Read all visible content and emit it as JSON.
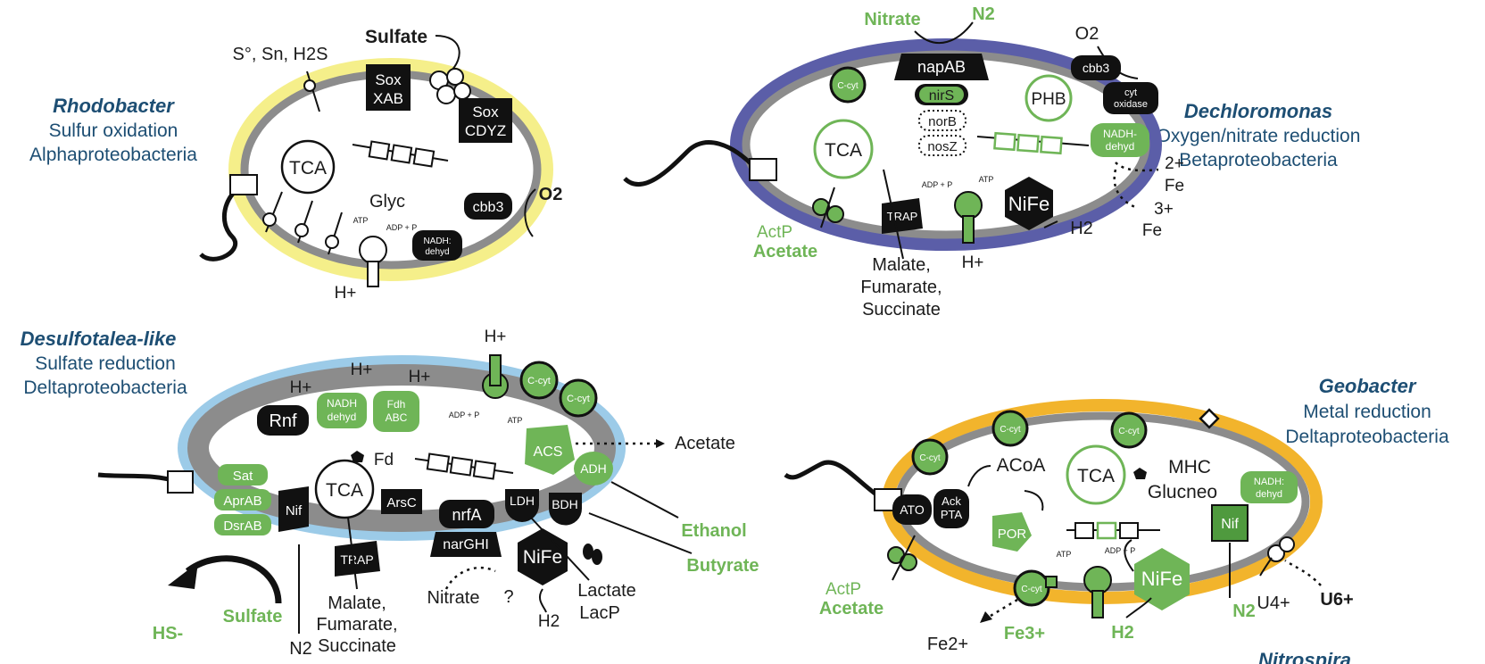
{
  "colors": {
    "rhodobacter_outer": "#f5ef8a",
    "dechloromonas_outer": "#5b5ea8",
    "desulfotalea_outer": "#9ccbe8",
    "geobacter_outer": "#f2b42c",
    "membrane_gray": "#8c8c8c",
    "green": "#6fb557",
    "title_blue": "#1d4e73"
  },
  "rhodobacter": {
    "title": "Rhodobacter",
    "line1": "Sulfur oxidation",
    "line2": "Alphaproteobacteria",
    "sulfur_species": "S°, Sn, H2S",
    "sulfate": "Sulfate",
    "soxxab_1": "Sox",
    "soxxab_2": "XAB",
    "soxcdyz_1": "Sox",
    "soxcdyz_2": "CDYZ",
    "tca": "TCA",
    "glyc": "Glyc",
    "cbb3": "cbb3",
    "o2": "O2",
    "nadh_1": "NADH:",
    "nadh_2": "dehyd",
    "atp": "ATP",
    "adp": "ADP + P",
    "hplus": "H+"
  },
  "dechloromonas": {
    "title": "Dechloromonas",
    "line1": "Oxygen/nitrate reduction",
    "line2": "Betaproteobacteria",
    "nitrate": "Nitrate",
    "n2": "N2",
    "napab": "napAB",
    "nirs": "nirS",
    "norb": "norB",
    "nosz": "nosZ",
    "o2": "O2",
    "cbb3": "cbb3",
    "cyt_1": "cyt",
    "cyt_2": "oxidase",
    "phb": "PHB",
    "ccyt": "C-cyt",
    "tca": "TCA",
    "nadh_1": "NADH-",
    "nadh_2": "dehyd",
    "fe2": "2+",
    "fe_a": "Fe",
    "fe3": "3+",
    "fe_b": "Fe",
    "nife": "NiFe",
    "h2": "H2",
    "trap": "TRAP",
    "atp": "ATP",
    "adp": "ADP + P",
    "actp": "ActP",
    "acetate": "Acetate",
    "hplus": "H+",
    "substrates_1": "Malate,",
    "substrates_2": "Fumarate,",
    "substrates_3": "Succinate"
  },
  "desulfotalea": {
    "title": "Desulfotalea-like",
    "line1": "Sulfate reduction",
    "line2": "Deltaproteobacteria",
    "hplus": "H+",
    "rnf": "Rnf",
    "nadh_1": "NADH",
    "nadh_2": "dehyd",
    "fdh_1": "Fdh",
    "fdh_2": "ABC",
    "ccyt": "C-cyt",
    "acs": "ACS",
    "adh": "ADH",
    "acetate": "Acetate",
    "fd": "Fd",
    "sat": "Sat",
    "aprab": "AprAB",
    "dsrab": "DsrAB",
    "nif": "Nif",
    "tca": "TCA",
    "arsc": "ArsC",
    "nrfa": "nrfA",
    "narghi": "narGHI",
    "ldh": "LDH",
    "bdh": "BDH",
    "ethanol": "Ethanol",
    "butyrate": "Butyrate",
    "nife": "NiFe",
    "trap": "TRAP",
    "nitrate": "Nitrate",
    "question": "?",
    "lactate": "Lactate",
    "lacp": "LacP",
    "h2": "H2",
    "hs": "HS-",
    "sulfate": "Sulfate",
    "n2": "N2",
    "atp": "ATP",
    "adp": "ADP + P",
    "substrates_1": "Malate,",
    "substrates_2": "Fumarate,",
    "substrates_3": "Succinate"
  },
  "geobacter": {
    "title": "Geobacter",
    "line1": "Metal reduction",
    "line2": "Deltaproteobacteria",
    "ccyt": "C-cyt",
    "acoa": "ACoA",
    "tca": "TCA",
    "mhc": "MHC",
    "glucneo": "Glucneo",
    "ato": "ATO",
    "ack_1": "Ack",
    "ack_2": "PTA",
    "por": "POR",
    "nif": "Nif",
    "nadh_1": "NADH:",
    "nadh_2": "dehyd",
    "nife": "NiFe",
    "actp": "ActP",
    "acetate": "Acetate",
    "fe2": "Fe2+",
    "fe3": "Fe3+",
    "h2": "H2",
    "n2": "N2",
    "u4": "U4+",
    "u6": "U6+",
    "atp": "ATP",
    "adp": "ADP + P"
  },
  "cut_off_label": "Nitrospira"
}
